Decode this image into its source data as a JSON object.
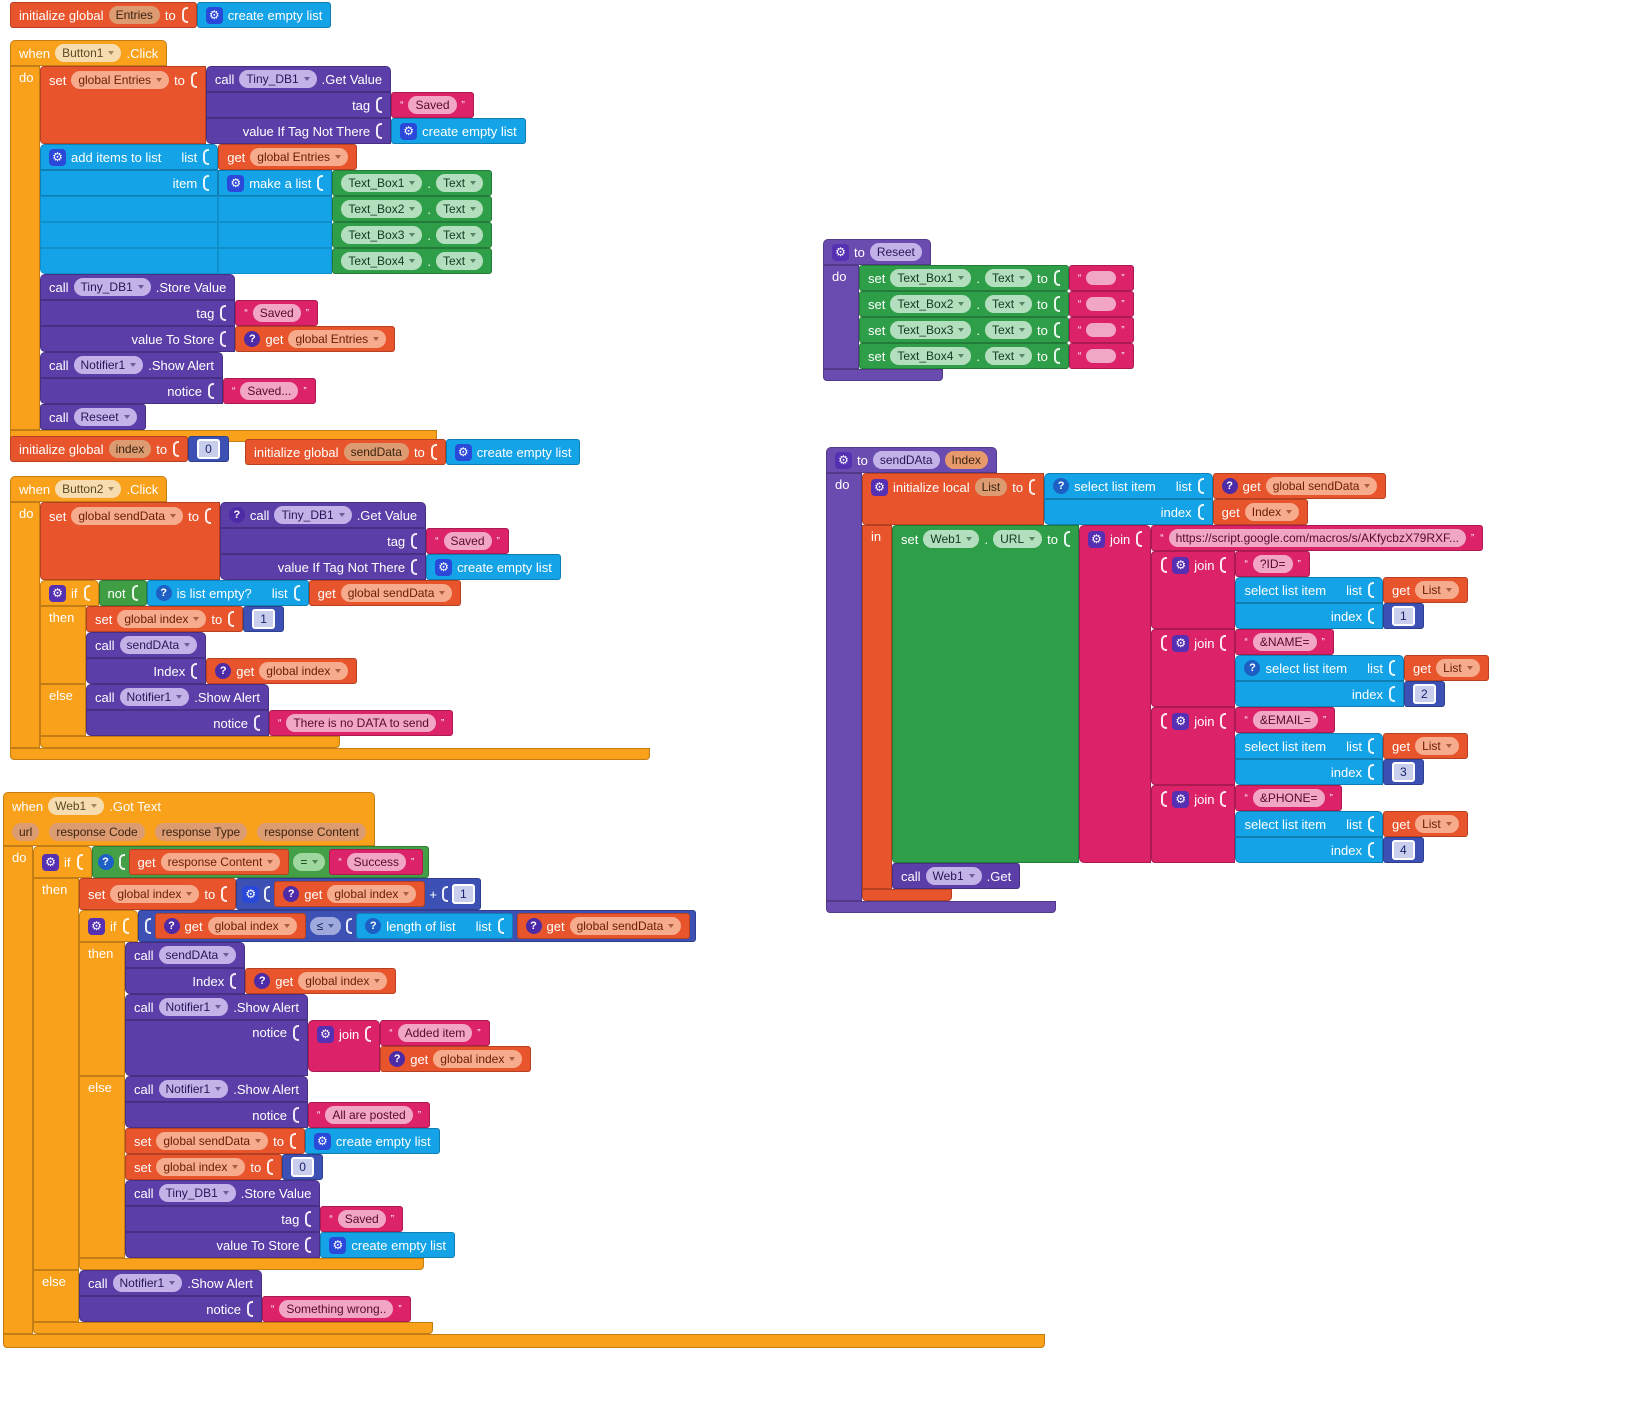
{
  "colors": {
    "control": "#F9A11B",
    "variables": "#E8542C",
    "lists": "#14A3E6",
    "text": "#DC2268",
    "math": "#3D51B5",
    "logic": "#43A047",
    "component_set": "#2F9E49",
    "component_call": "#5B3EA8",
    "procedure": "#6A4BAF"
  },
  "icons": {
    "gear": "⚙",
    "question": "?"
  },
  "kw": {
    "initialize_global": "initialize global",
    "initialize_local": "initialize local",
    "when": "when",
    "do": "do",
    "then": "then",
    "else": "else",
    "if": "if",
    "in": "in",
    "set": "set",
    "get": "get",
    "call": "call",
    "to": "to",
    "not": "not",
    "join": "join",
    "tag": "tag",
    "notice": "notice",
    "list": "list",
    "item": "item",
    "index": "index",
    "dot": ".",
    "lq": "“",
    "rq": "”",
    "create_empty_list": "create empty list",
    "add_items": "add items to list",
    "make_a_list": "make a list",
    "select_list_item": "select list item",
    "is_list_empty": "is list empty?",
    "length_of_list": "length of list",
    "value_if_tag": "value If Tag Not There",
    "value_to_store": "value To Store"
  },
  "events": {
    "click": ".Click",
    "got_text": ".Got Text"
  },
  "methods": {
    "get_value": ".Get Value",
    "store_value": ".Store Value",
    "show_alert": ".Show Alert",
    "get": ".Get"
  },
  "props": {
    "text": "Text",
    "url": "URL"
  },
  "components": {
    "button1": "Button1",
    "button2": "Button2",
    "web1": "Web1",
    "tinydb1": "Tiny_DB1",
    "notifier1": "Notifier1",
    "textbox1": "Text_Box1",
    "textbox2": "Text_Box2",
    "textbox3": "Text_Box3",
    "textbox4": "Text_Box4"
  },
  "procedures": {
    "reseet": "Reseet",
    "senddata": "sendDAta",
    "param_index": "Index"
  },
  "vars": {
    "entries": "Entries",
    "index": "index",
    "senddata": "sendData",
    "g_entries": "global Entries",
    "g_index": "global index",
    "g_senddata": "global sendData",
    "local_list": "List"
  },
  "params": {
    "url": "url",
    "response_code": "response Code",
    "response_type": "response Type",
    "response_content": "response Content"
  },
  "strings": {
    "saved": "Saved",
    "saved_ellipsis": "Saved...",
    "success": "Success",
    "no_data": "There is no DATA to send",
    "added_item": "Added item",
    "all_posted": "All are posted",
    "something_wrong": "Something wrong..",
    "url": "https://script.google.com/macros/s/AKfycbzX79RXF...",
    "qid": "?ID=",
    "qname": "&NAME=",
    "qemail": "&EMAIL=",
    "qphone": "&PHONE=",
    "empty": ""
  },
  "numbers": {
    "n0": "0",
    "n1": "1",
    "n2": "2",
    "n3": "3",
    "n4": "4"
  },
  "ops": {
    "eq": "=",
    "le": "≤",
    "plus": "+"
  }
}
